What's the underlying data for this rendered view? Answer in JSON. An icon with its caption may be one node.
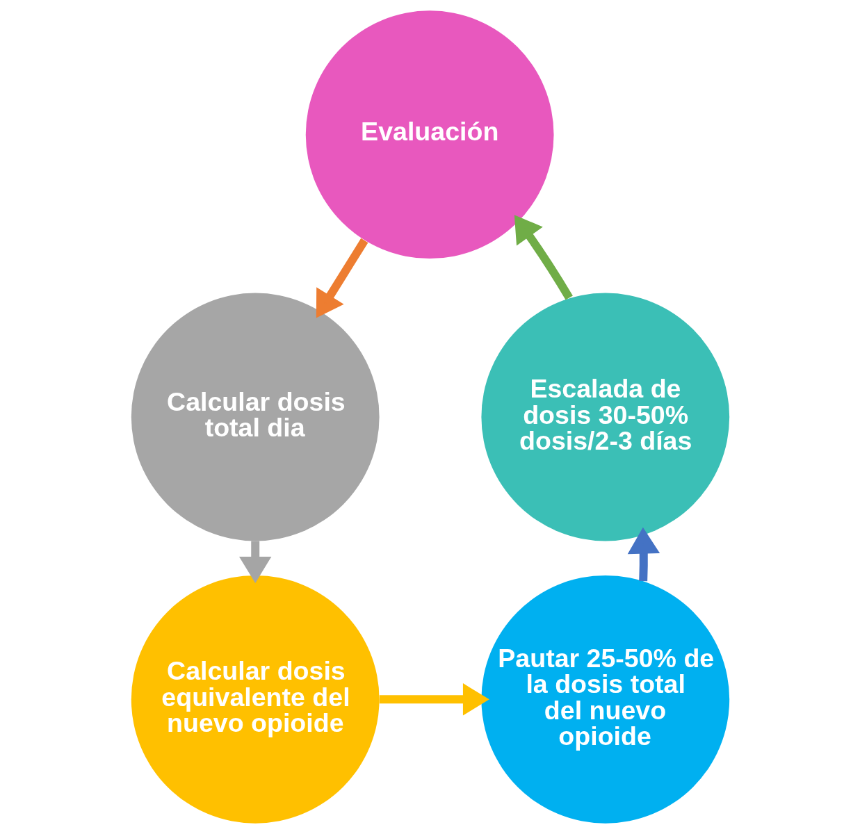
{
  "diagram": {
    "nodes": [
      {
        "text": [
          "Evaluación"
        ]
      },
      {
        "text": [
          "Calcular dosis total dia"
        ]
      },
      {
        "text": [
          "Calcular dosis equivalente del nuevo opioide"
        ]
      },
      {
        "text": [
          "Pautar 25-50% de la dosis total del nuevo opioide"
        ]
      },
      {
        "text": [
          "Escalada de dosis 30-50% dosis/2-3 días"
        ]
      }
    ],
    "edges": [
      {
        "from": 0,
        "to": 1,
        "arrow": "to",
        "color": "#ed7d31"
      },
      {
        "from": 1,
        "to": 2,
        "arrow": "to",
        "color": "#a5a5a5"
      },
      {
        "from": 2,
        "to": 3,
        "arrow": "to",
        "color": "#ffc000"
      },
      {
        "from": 3,
        "to": 4,
        "arrow": "to",
        "color": "#4472c4"
      },
      {
        "from": 4,
        "to": 0,
        "arrow": "to",
        "color": "#70ad47"
      }
    ]
  }
}
